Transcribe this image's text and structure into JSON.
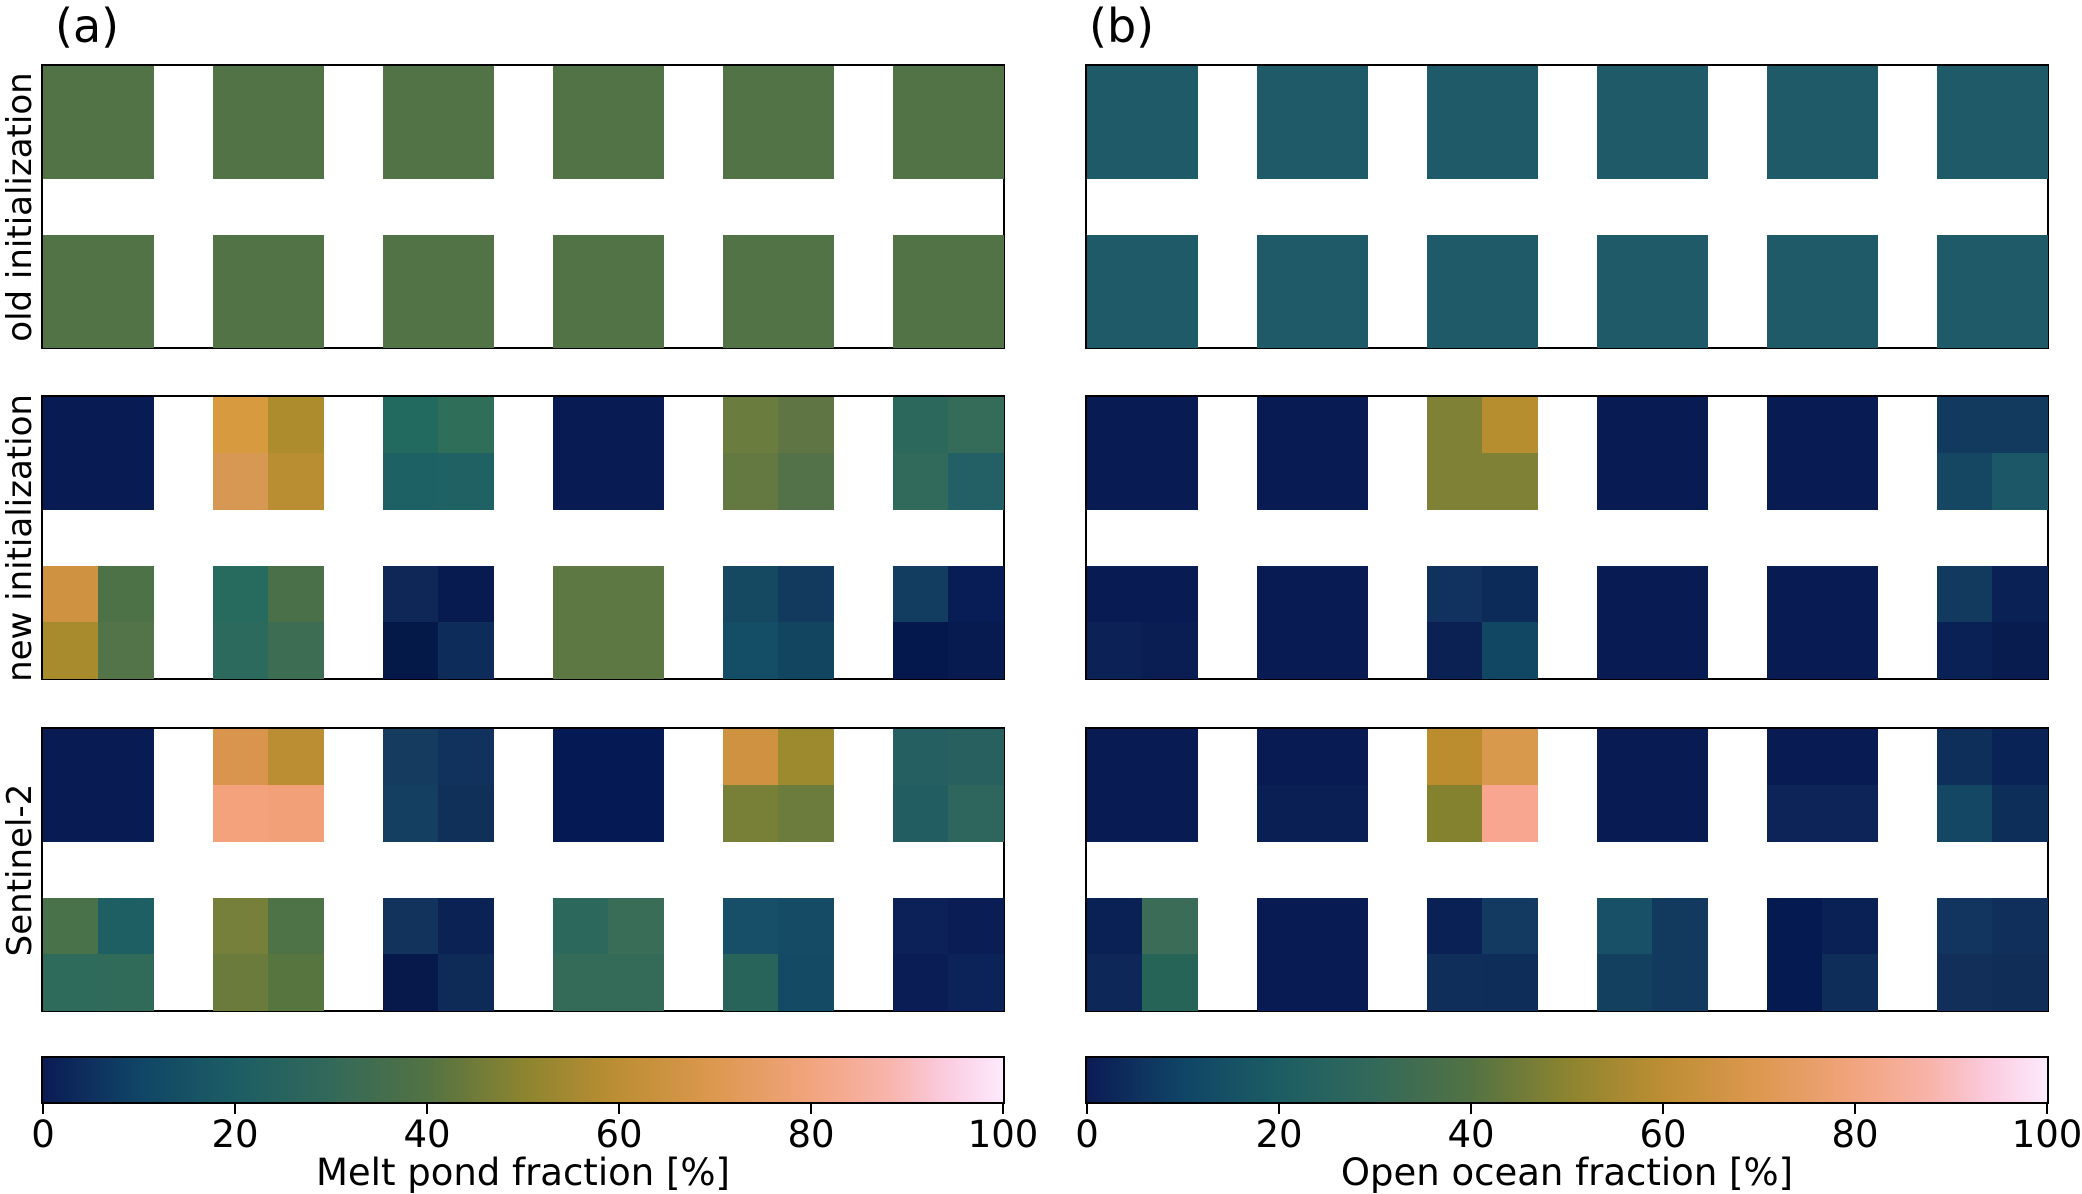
{
  "figure": {
    "background": "#ffffff",
    "row_labels": [
      "old initialization",
      "new initialization",
      "Sentinel-2"
    ],
    "columns": [
      {
        "id": "a",
        "corner_label": "(a)",
        "colorbar_label": "Melt pond fraction [%]",
        "ticks": [
          "0",
          "20",
          "40",
          "60",
          "80",
          "100"
        ]
      },
      {
        "id": "b",
        "corner_label": "(b)",
        "colorbar_label": "Open ocean fraction [%]",
        "ticks": [
          "0",
          "20",
          "40",
          "60",
          "80",
          "100"
        ]
      }
    ],
    "colormap": {
      "name": "batlow-like",
      "stops": [
        [
          0,
          "#0b1b55"
        ],
        [
          10,
          "#104566"
        ],
        [
          20,
          "#1c5d64"
        ],
        [
          30,
          "#33695a"
        ],
        [
          40,
          "#527243"
        ],
        [
          50,
          "#8c8430"
        ],
        [
          60,
          "#bd8e33"
        ],
        [
          70,
          "#dd9850"
        ],
        [
          80,
          "#f2a47e"
        ],
        [
          88,
          "#f8b4ab"
        ],
        [
          94,
          "#fbcbdf"
        ],
        [
          100,
          "#fdeafc"
        ]
      ]
    }
  },
  "chart_data": [
    {
      "type": "heatmap",
      "panel": "a",
      "row_index": 0,
      "row_label": "old initialization",
      "quantity": "Melt pond fraction [%]",
      "value_range": [
        0,
        100
      ],
      "values": [
        [
          42,
          42,
          42,
          42,
          42,
          42,
          42,
          42,
          42,
          42,
          42,
          42
        ],
        [
          42,
          42,
          42,
          42,
          42,
          42,
          42,
          42,
          42,
          42,
          42,
          42
        ],
        [
          42,
          42,
          42,
          42,
          42,
          42,
          42,
          42,
          42,
          42,
          42,
          42
        ],
        [
          42,
          42,
          42,
          42,
          42,
          42,
          42,
          42,
          42,
          42,
          42,
          42
        ]
      ],
      "colors": [
        [
          "#517346",
          "#517346",
          "#517346",
          "#517346",
          "#517346",
          "#517346",
          "#517346",
          "#517346",
          "#517346",
          "#517346",
          "#517346",
          "#517346"
        ],
        [
          "#517346",
          "#517346",
          "#517346",
          "#517346",
          "#517346",
          "#517346",
          "#517346",
          "#517346",
          "#517346",
          "#517346",
          "#517346",
          "#517346"
        ],
        [
          "#517346",
          "#517346",
          "#517346",
          "#517346",
          "#517346",
          "#517346",
          "#517346",
          "#517346",
          "#517346",
          "#517346",
          "#517346",
          "#517346"
        ],
        [
          "#517346",
          "#517346",
          "#517346",
          "#517346",
          "#517346",
          "#517346",
          "#517346",
          "#517346",
          "#517346",
          "#517346",
          "#517346",
          "#517346"
        ]
      ]
    },
    {
      "type": "heatmap",
      "panel": "a",
      "row_index": 1,
      "row_label": "new initialization",
      "quantity": "Melt pond fraction [%]",
      "value_range": [
        0,
        100
      ],
      "values": [
        [
          3,
          3,
          68,
          59,
          26,
          30,
          3,
          3,
          48,
          45,
          29,
          32
        ],
        [
          3,
          3,
          68,
          61,
          22,
          23,
          3,
          3,
          46,
          41,
          30,
          24
        ],
        [
          66,
          39,
          27,
          38,
          8,
          2,
          44,
          44,
          16,
          12,
          13,
          3
        ],
        [
          59,
          41,
          28,
          34,
          1,
          9,
          44,
          44,
          17,
          14,
          1,
          2
        ]
      ],
      "colors": [
        [
          "#081b53",
          "#081b53",
          "#d79a3f",
          "#ad8c2e",
          "#22695f",
          "#2f6e59",
          "#081b53",
          "#081b53",
          "#6b7c3f",
          "#5f7644",
          "#2c695c",
          "#356c59"
        ],
        [
          "#081b53",
          "#081b53",
          "#d79853",
          "#b98e32",
          "#1e6164",
          "#206263",
          "#081b53",
          "#081b53",
          "#647842",
          "#53724a",
          "#31695a",
          "#226066"
        ],
        [
          "#ce9240",
          "#4d7248",
          "#276a5e",
          "#497049",
          "#0e2757",
          "#071b51",
          "#5d7842",
          "#5d7842",
          "#154962",
          "#113a5e",
          "#123d60",
          "#081d55"
        ],
        [
          "#a78b2c",
          "#537349",
          "#2b6a5d",
          "#3d6d52",
          "#041947",
          "#0e2c5a",
          "#5d7842",
          "#5d7842",
          "#134d66",
          "#12455f",
          "#05184e",
          "#071b50"
        ]
      ]
    },
    {
      "type": "heatmap",
      "panel": "a",
      "row_index": 2,
      "row_label": "Sentinel-2",
      "quantity": "Melt pond fraction [%]",
      "value_range": [
        0,
        100
      ],
      "values": [
        [
          3,
          3,
          70,
          62,
          13,
          11,
          2,
          2,
          66,
          57,
          23,
          24
        ],
        [
          3,
          3,
          78,
          77,
          14,
          10,
          2,
          2,
          51,
          48,
          22,
          28
        ],
        [
          39,
          22,
          51,
          40,
          11,
          5,
          29,
          33,
          17,
          16,
          5,
          4
        ],
        [
          30,
          30,
          47,
          43,
          1,
          8,
          31,
          31,
          26,
          15,
          4,
          6
        ]
      ],
      "colors": [
        [
          "#081b53",
          "#081b53",
          "#d9954e",
          "#bb8e33",
          "#153c5e",
          "#11325c",
          "#051a54",
          "#051a54",
          "#ce9240",
          "#9d8a2e",
          "#255f61",
          "#27605f"
        ],
        [
          "#081b53",
          "#081b53",
          "#f3a27b",
          "#f2a077",
          "#143f60",
          "#10305a",
          "#051a54",
          "#051a54",
          "#788038",
          "#6b7c3c",
          "#225d62",
          "#2e655c"
        ],
        [
          "#4a724a",
          "#1e5f64",
          "#77803b",
          "#4e7347",
          "#12335c",
          "#0b2255",
          "#2c685c",
          "#3a6d57",
          "#174f68",
          "#164b66",
          "#0b2158",
          "#0a1e55"
        ],
        [
          "#2f6b5a",
          "#306a59",
          "#6a7b3c",
          "#57763f",
          "#06194a",
          "#0e2a57",
          "#346b58",
          "#346b58",
          "#28645a",
          "#144a64",
          "#0a1e55",
          "#0c2359"
        ]
      ]
    },
    {
      "type": "heatmap",
      "panel": "b",
      "row_index": 0,
      "row_label": "old initialization",
      "quantity": "Open ocean fraction [%]",
      "value_range": [
        0,
        100
      ],
      "values": [
        [
          21,
          21,
          21,
          21,
          21,
          21,
          21,
          21,
          21,
          21,
          21,
          21
        ],
        [
          21,
          21,
          21,
          21,
          21,
          21,
          21,
          21,
          21,
          21,
          21,
          21
        ],
        [
          21,
          21,
          21,
          21,
          21,
          21,
          21,
          21,
          21,
          21,
          21,
          21
        ],
        [
          21,
          21,
          21,
          21,
          21,
          21,
          21,
          21,
          21,
          21,
          21,
          21
        ]
      ],
      "colors": [
        [
          "#1e5a67",
          "#1e5a67",
          "#1e5a67",
          "#1e5a67",
          "#1e5a67",
          "#1e5a67",
          "#1e5a67",
          "#1e5a67",
          "#1e5a67",
          "#1e5a67",
          "#1e5a67",
          "#1e5a67"
        ],
        [
          "#1e5a67",
          "#1e5a67",
          "#1e5a67",
          "#1e5a67",
          "#1e5a67",
          "#1e5a67",
          "#1e5a67",
          "#1e5a67",
          "#1e5a67",
          "#1e5a67",
          "#1e5a67",
          "#1e5a67"
        ],
        [
          "#1e5a67",
          "#1e5a67",
          "#1e5a67",
          "#1e5a67",
          "#1e5a67",
          "#1e5a67",
          "#1e5a67",
          "#1e5a67",
          "#1e5a67",
          "#1e5a67",
          "#1e5a67",
          "#1e5a67"
        ],
        [
          "#1e5a67",
          "#1e5a67",
          "#1e5a67",
          "#1e5a67",
          "#1e5a67",
          "#1e5a67",
          "#1e5a67",
          "#1e5a67",
          "#1e5a67",
          "#1e5a67",
          "#1e5a67",
          "#1e5a67"
        ]
      ]
    },
    {
      "type": "heatmap",
      "panel": "b",
      "row_index": 1,
      "row_label": "new initialization",
      "quantity": "Open ocean fraction [%]",
      "value_range": [
        0,
        100
      ],
      "values": [
        [
          3,
          3,
          3,
          3,
          52,
          61,
          3,
          3,
          3,
          3,
          12,
          12
        ],
        [
          3,
          3,
          3,
          3,
          52,
          52,
          3,
          3,
          3,
          3,
          15,
          19
        ],
        [
          3,
          3,
          3,
          3,
          11,
          8,
          3,
          3,
          3,
          3,
          12,
          5
        ],
        [
          6,
          4,
          3,
          3,
          5,
          14,
          3,
          3,
          3,
          3,
          5,
          3
        ]
      ],
      "colors": [
        [
          "#081b53",
          "#081b53",
          "#081b53",
          "#081b53",
          "#7f8136",
          "#b68d2f",
          "#081b53",
          "#081b53",
          "#081b53",
          "#081b53",
          "#123a5e",
          "#123a5e"
        ],
        [
          "#081b53",
          "#081b53",
          "#081b53",
          "#081b53",
          "#7f8136",
          "#7f8136",
          "#081b53",
          "#081b53",
          "#081b53",
          "#081b53",
          "#154763",
          "#1b5767"
        ],
        [
          "#081b53",
          "#081b53",
          "#081b53",
          "#081b53",
          "#11325e",
          "#0d2b58",
          "#081b53",
          "#081b53",
          "#081b53",
          "#081b53",
          "#113a5e",
          "#0a2156"
        ],
        [
          "#0c2156",
          "#0a1e54",
          "#081b53",
          "#081b53",
          "#0b2154",
          "#124764",
          "#081b53",
          "#081b53",
          "#081b53",
          "#081b53",
          "#0a2156",
          "#081c50"
        ]
      ]
    },
    {
      "type": "heatmap",
      "panel": "b",
      "row_index": 2,
      "row_label": "Sentinel-2",
      "quantity": "Open ocean fraction [%]",
      "value_range": [
        0,
        100
      ],
      "values": [
        [
          3,
          3,
          3,
          3,
          62,
          68,
          3,
          3,
          3,
          3,
          9,
          5
        ],
        [
          3,
          3,
          4,
          4,
          53,
          80,
          3,
          3,
          6,
          6,
          14,
          9
        ],
        [
          5,
          32,
          3,
          3,
          5,
          12,
          17,
          12,
          1,
          5,
          11,
          10
        ],
        [
          7,
          26,
          3,
          3,
          9,
          9,
          13,
          12,
          1,
          9,
          10,
          9
        ]
      ],
      "colors": [
        [
          "#081b53",
          "#081b53",
          "#081b53",
          "#081b53",
          "#bb8d2f",
          "#d8994c",
          "#081b53",
          "#081b53",
          "#081b53",
          "#081b53",
          "#0e2f5a",
          "#0a2356"
        ],
        [
          "#081b53",
          "#081b53",
          "#0a2055",
          "#0a2055",
          "#84822f",
          "#f8a68f",
          "#081b53",
          "#081b53",
          "#0c2458",
          "#0c2458",
          "#144764",
          "#0d2e59"
        ],
        [
          "#0a2156",
          "#3b6c57",
          "#081c53",
          "#081c53",
          "#0a2156",
          "#133a60",
          "#185067",
          "#12395e",
          "#051a50",
          "#0a2156",
          "#123560",
          "#102f5b"
        ],
        [
          "#0d2759",
          "#276458",
          "#081c53",
          "#081c53",
          "#0f2e5a",
          "#0e2d59",
          "#13405f",
          "#123a5e",
          "#051a50",
          "#0e2d59",
          "#112f58",
          "#0f2d56"
        ]
      ]
    }
  ]
}
